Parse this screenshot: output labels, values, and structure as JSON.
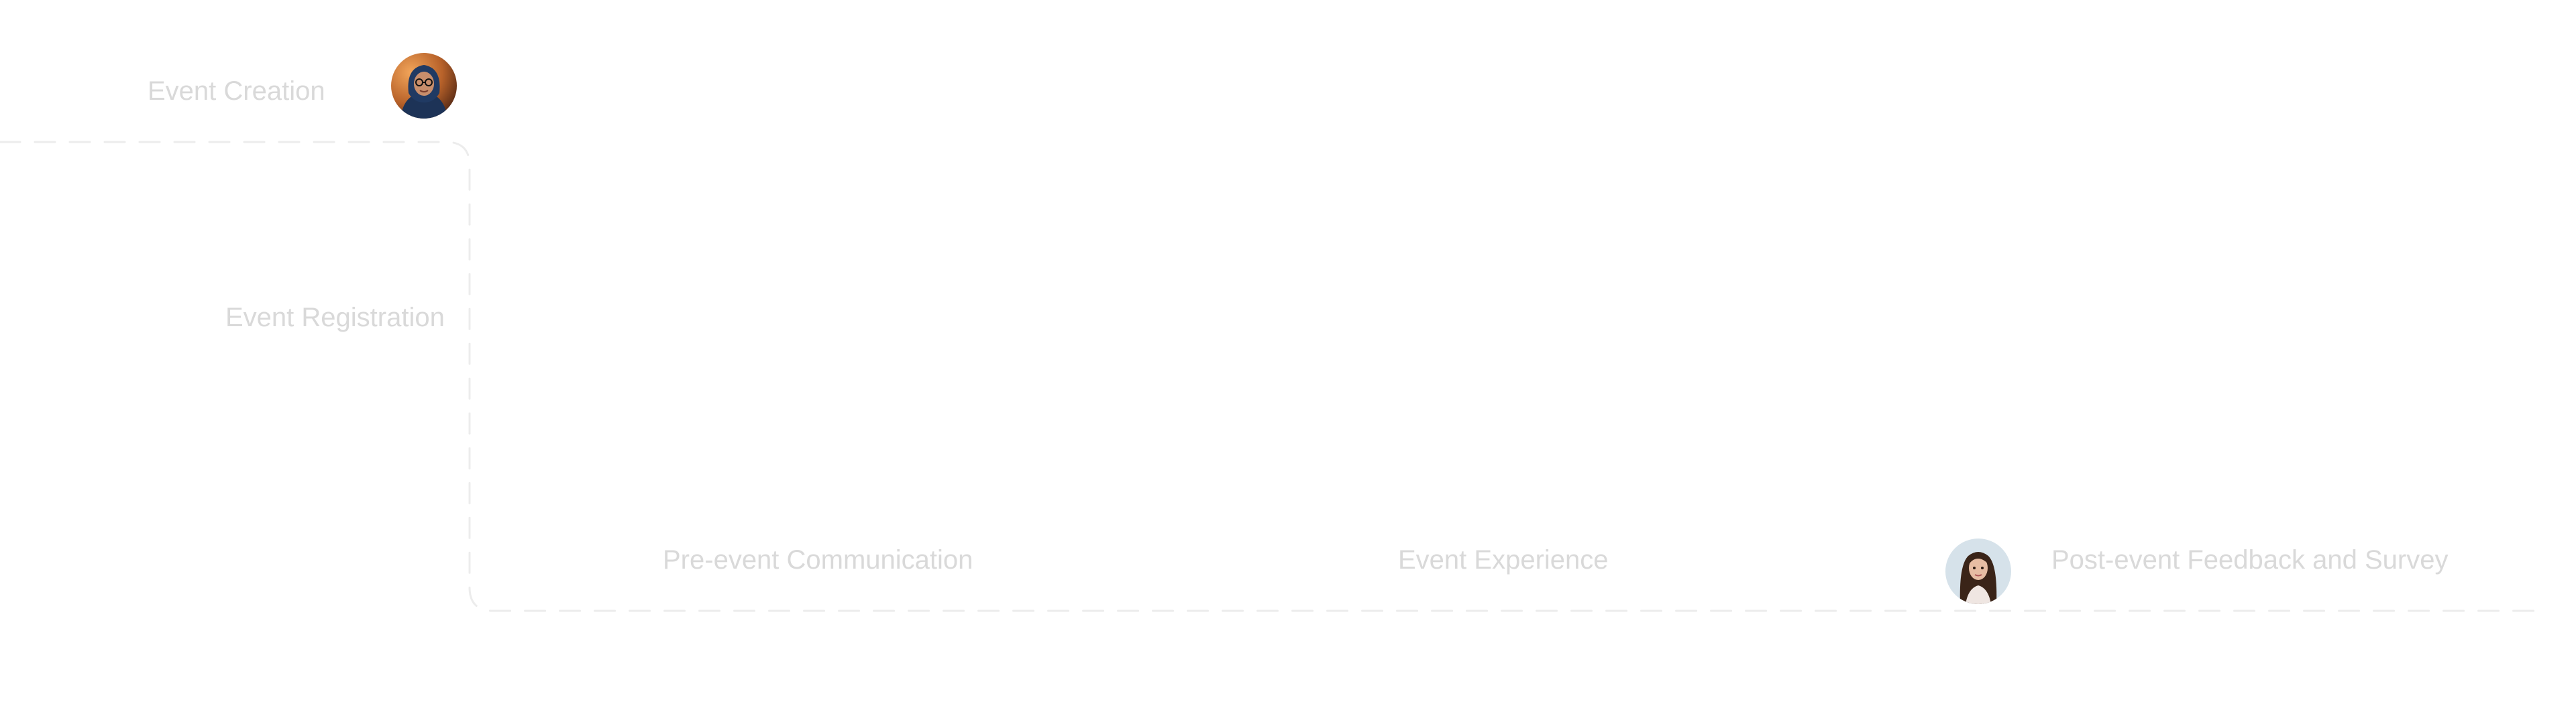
{
  "steps": [
    {
      "label": "Event Creation"
    },
    {
      "label": "Event Registration"
    },
    {
      "label": "Pre-event Communication"
    },
    {
      "label": "Event Experience"
    },
    {
      "label": "Post-event Feedback and Survey"
    }
  ],
  "avatars": [
    {
      "icon": "woman-hijab-glasses-avatar"
    },
    {
      "icon": "woman-long-hair-avatar"
    }
  ],
  "colors": {
    "label": "#d9d9d9",
    "path": "#ececec"
  }
}
